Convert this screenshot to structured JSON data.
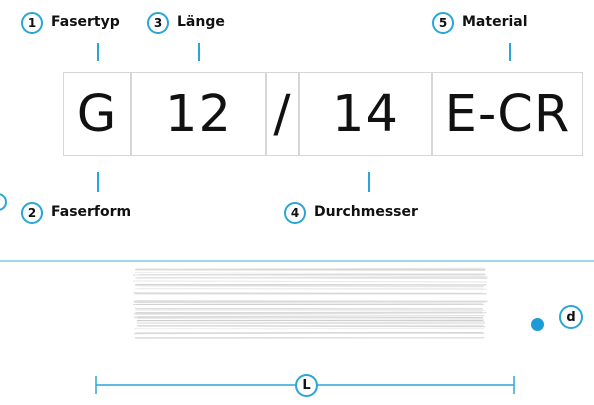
{
  "labels": [
    {
      "num": "1",
      "text": "Fasertyp"
    },
    {
      "num": "2",
      "text": "Faserform"
    },
    {
      "num": "3",
      "text": "Länge"
    },
    {
      "num": "4",
      "text": "Durchmesser"
    },
    {
      "num": "5",
      "text": "Material"
    }
  ],
  "code": {
    "fiber_type": "G",
    "length": "12",
    "separator": "/",
    "diameter": "14",
    "material": "E-CR"
  },
  "dimensions": {
    "length_symbol": "L",
    "diameter_symbol": "d"
  },
  "colors": {
    "accent": "#2aa6d6",
    "dot": "#1d9bd7",
    "divider": "#9ed6ec",
    "cell_border": "#d6d6d6",
    "text": "#111111"
  }
}
